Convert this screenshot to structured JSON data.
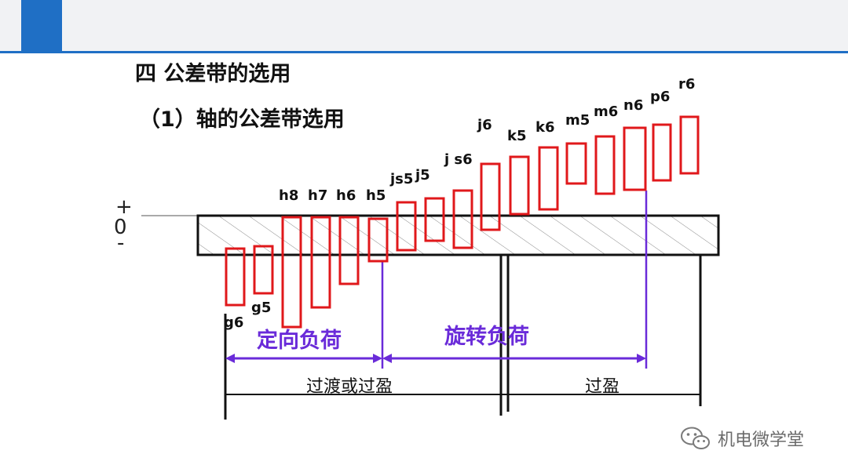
{
  "header": {
    "title": "四 公差带的选用",
    "subtitle": "（1）轴的公差带选用"
  },
  "axis": {
    "plus": "+",
    "zero": "0",
    "minus": "-"
  },
  "fits": [
    {
      "label": "g6"
    },
    {
      "label": "g5"
    },
    {
      "label": "h8"
    },
    {
      "label": "h7"
    },
    {
      "label": "h6"
    },
    {
      "label": "h5"
    },
    {
      "label": "js5"
    },
    {
      "label": "j5"
    },
    {
      "label": "j s6"
    },
    {
      "label": "j6"
    },
    {
      "label": "k5"
    },
    {
      "label": "k6"
    },
    {
      "label": "m5"
    },
    {
      "label": "m6"
    },
    {
      "label": "n6"
    },
    {
      "label": "p6"
    },
    {
      "label": "r6"
    }
  ],
  "loads": {
    "fixed": "定向负荷",
    "rotating": "旋转负荷"
  },
  "zones": {
    "transition": "过渡或过盈",
    "interference": "过盈"
  },
  "watermark": {
    "text": "机电微学堂",
    "icon": "wechat-icon"
  },
  "colors": {
    "band": "#e0181b",
    "load": "#6a2bd9",
    "accent": "#1f6fc5"
  }
}
